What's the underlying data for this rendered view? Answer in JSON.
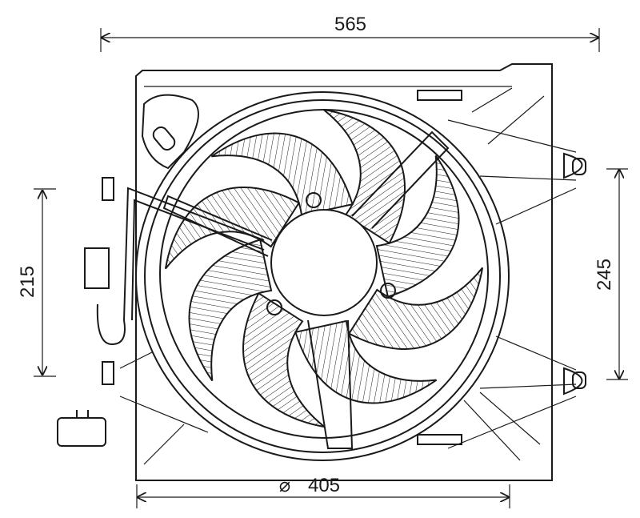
{
  "dimensions": {
    "width": "565",
    "left_height": "215",
    "right_height": "245",
    "diameter": "405",
    "diameter_symbol": "⌀"
  },
  "fan": {
    "blade_count": 8
  },
  "colors": {
    "line": "#1a1a1a",
    "background": "#ffffff"
  }
}
